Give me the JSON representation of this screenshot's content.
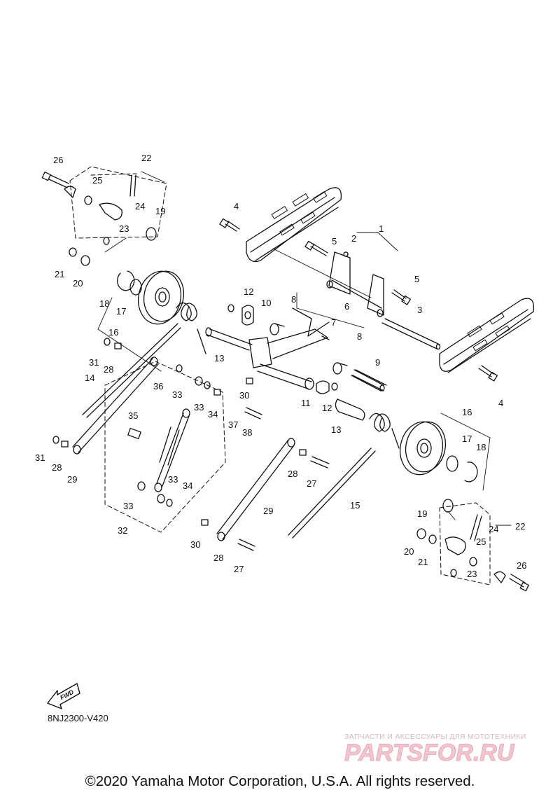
{
  "diagram": {
    "callouts": [
      {
        "num": "1"
      },
      {
        "num": "2"
      },
      {
        "num": "3"
      },
      {
        "num": "4"
      },
      {
        "num": "4"
      },
      {
        "num": "5"
      },
      {
        "num": "5"
      },
      {
        "num": "6"
      },
      {
        "num": "7"
      },
      {
        "num": "8"
      },
      {
        "num": "8"
      },
      {
        "num": "9"
      },
      {
        "num": "10"
      },
      {
        "num": "11"
      },
      {
        "num": "12"
      },
      {
        "num": "12"
      },
      {
        "num": "13"
      },
      {
        "num": "13"
      },
      {
        "num": "14"
      },
      {
        "num": "15"
      },
      {
        "num": "16"
      },
      {
        "num": "16"
      },
      {
        "num": "17"
      },
      {
        "num": "17"
      },
      {
        "num": "18"
      },
      {
        "num": "18"
      },
      {
        "num": "19"
      },
      {
        "num": "19"
      },
      {
        "num": "20"
      },
      {
        "num": "20"
      },
      {
        "num": "21"
      },
      {
        "num": "21"
      },
      {
        "num": "22"
      },
      {
        "num": "22"
      },
      {
        "num": "23"
      },
      {
        "num": "23"
      },
      {
        "num": "24"
      },
      {
        "num": "24"
      },
      {
        "num": "25"
      },
      {
        "num": "25"
      },
      {
        "num": "26"
      },
      {
        "num": "26"
      },
      {
        "num": "27"
      },
      {
        "num": "27"
      },
      {
        "num": "28"
      },
      {
        "num": "28"
      },
      {
        "num": "28"
      },
      {
        "num": "28"
      },
      {
        "num": "29"
      },
      {
        "num": "29"
      },
      {
        "num": "30"
      },
      {
        "num": "30"
      },
      {
        "num": "31"
      },
      {
        "num": "31"
      },
      {
        "num": "32"
      },
      {
        "num": "33"
      },
      {
        "num": "33"
      },
      {
        "num": "33"
      },
      {
        "num": "33"
      },
      {
        "num": "34"
      },
      {
        "num": "34"
      },
      {
        "num": "35"
      },
      {
        "num": "36"
      },
      {
        "num": "37"
      },
      {
        "num": "38"
      }
    ],
    "fwd_label": "FWD",
    "diagram_code": "8NJ2300-V420"
  },
  "watermark": {
    "tagline": "ЗАПЧАСТИ И АКСЕССУАРЫ ДЛЯ МОТОТЕХНИКИ",
    "logo_text": "PARTSFOR.RU"
  },
  "footer": {
    "copyright": "©2020 Yamaha Motor Corporation, U.S.A. All rights reserved."
  }
}
